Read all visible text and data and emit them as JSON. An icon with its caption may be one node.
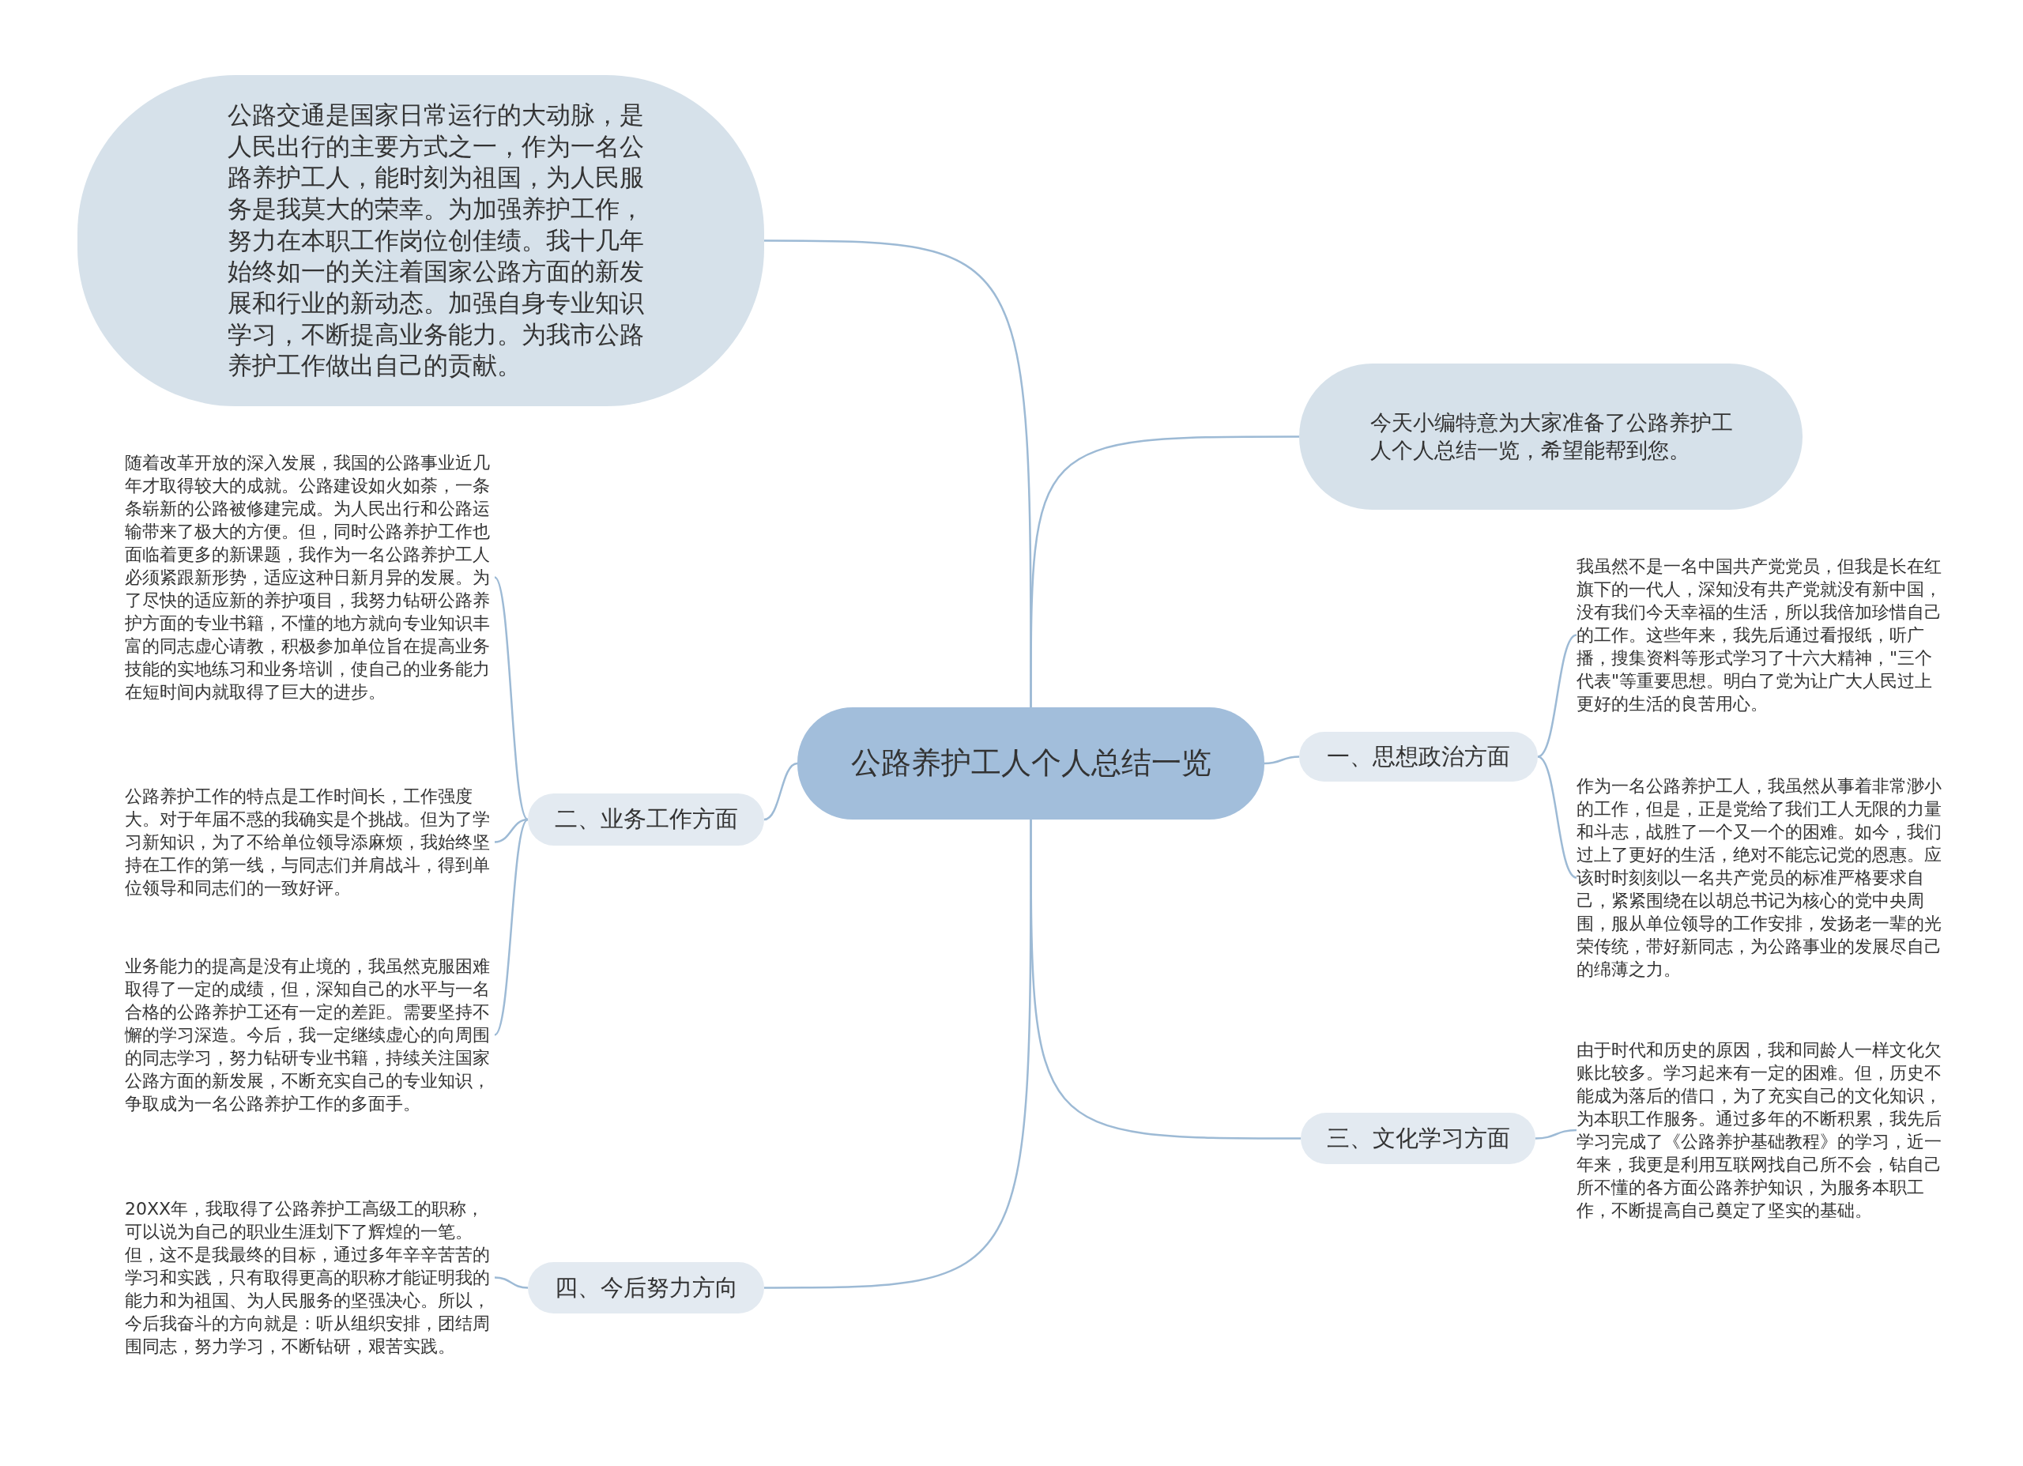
{
  "diagram": {
    "nodes": [
      {
        "text": [
          "公路养护工人个人总结一览"
        ]
      },
      {
        "text": [
          "公路交通是国家日常运行的大动脉，是人民出行的主要方式之一，作为一名公路养护工人，能时刻为祖国，为人民服务是我莫大的荣幸。为加强养护工作，努力在本职工作岗位创佳绩。我十几年始终如一的关注着国家公路方面的新发展和行业的新动态。加强自身专业知识学习，不断提高业务能力。为我市公路养护工作做出自己的贡献。"
        ]
      },
      {
        "text": [
          "今天小编特意为大家准备了公路养护工人个人总结一览，希望能帮到您。"
        ]
      },
      {
        "text": [
          "一、思想政治方面"
        ]
      },
      {
        "text": [
          "我虽然不是一名中国共产党党员，但我是长在红旗下的一代人，深知没有共产党就没有新中国，没有我们今天幸福的生活，所以我倍加珍惜自己的工作。这些年来，我先后通过看报纸，听广播，搜集资料等形式学习了十六大精神，\"三个代表\"等重要思想。明白了党为让广大人民过上更好的生活的良苦用心。"
        ]
      },
      {
        "text": [
          "作为一名公路养护工人，我虽然从事着非常渺小的工作，但是，正是党给了我们工人无限的力量和斗志，战胜了一个又一个的困难。如今，我们过上了更好的生活，绝对不能忘记党的恩惠。应该时时刻刻以一名共产党员的标准严格要求自己，紧紧围绕在以胡总书记为核心的党中央周围，服从单位领导的工作安排，发扬老一辈的光荣传统，带好新同志，为公路事业的发展尽自己的绵薄之力。"
        ]
      },
      {
        "text": [
          "二、业务工作方面"
        ]
      },
      {
        "text": [
          "随着改革开放的深入发展，我国的公路事业近几年才取得较大的成就。公路建设如火如荼，一条条崭新的公路被修建完成。为人民出行和公路运输带来了极大的方便。但，同时公路养护工作也面临着更多的新课题，我作为一名公路养护工人必须紧跟新形势，适应这种日新月异的发展。为了尽快的适应新的养护项目，我努力钻研公路养护方面的专业书籍，不懂的地方就向专业知识丰富的同志虚心请教，积极参加单位旨在提高业务技能的实地练习和业务培训，使自己的业务能力在短时间内就取得了巨大的进步。"
        ]
      },
      {
        "text": [
          "公路养护工作的特点是工作时间长，工作强度大。对于年届不惑的我确实是个挑战。但为了学习新知识，为了不给单位领导添麻烦，我始终坚持在工作的第一线，与同志们并肩战斗，得到单位领导和同志们的一致好评。"
        ]
      },
      {
        "text": [
          "业务能力的提高是没有止境的，我虽然克服困难取得了一定的成绩，但，深知自己的水平与一名合格的公路养护工还有一定的差距。需要坚持不懈的学习深造。今后，我一定继续虚心的向周围的同志学习，努力钻研专业书籍，持续关注国家公路方面的新发展，不断充实自己的专业知识，争取成为一名公路养护工作的多面手。"
        ]
      },
      {
        "text": [
          "三、文化学习方面"
        ]
      },
      {
        "text": [
          "由于时代和历史的原因，我和同龄人一样文化欠账比较多。学习起来有一定的困难。但，历史不能成为落后的借口，为了充实自己的文化知识，为本职工作服务。通过多年的不断积累，我先后学习完成了《公路养护基础教程》的学习，近一年来，我更是利用互联网找自己所不会，钻自己所不懂的各方面公路养护知识，为服务本职工作，不断提高自己奠定了坚实的基础。"
        ]
      },
      {
        "text": [
          "四、今后努力方向"
        ]
      },
      {
        "text": [
          "20XX年，我取得了公路养护工高级工的职称，可以说为自己的职业生涯划下了辉煌的一笔。但，这不是我最终的目标，通过多年辛辛苦苦的学习和实践，只有取得更高的职称才能证明我的能力和为祖国、为人民服务的坚强决心。所以，今后我奋斗的方向就是：听从组织安排，团结周围同志，努力学习，不断钻研，艰苦实践。"
        ]
      }
    ],
    "edges": [
      {
        "from": 0,
        "to": 1,
        "arrow": "none"
      },
      {
        "from": 0,
        "to": 2,
        "arrow": "none"
      },
      {
        "from": 0,
        "to": 3,
        "arrow": "none"
      },
      {
        "from": 3,
        "to": 4,
        "arrow": "none"
      },
      {
        "from": 3,
        "to": 5,
        "arrow": "none"
      },
      {
        "from": 0,
        "to": 6,
        "arrow": "none"
      },
      {
        "from": 6,
        "to": 7,
        "arrow": "none"
      },
      {
        "from": 6,
        "to": 8,
        "arrow": "none"
      },
      {
        "from": 6,
        "to": 9,
        "arrow": "none"
      },
      {
        "from": 0,
        "to": 10,
        "arrow": "none"
      },
      {
        "from": 10,
        "to": 11,
        "arrow": "none"
      },
      {
        "from": 0,
        "to": 12,
        "arrow": "none"
      },
      {
        "from": 12,
        "to": 13,
        "arrow": "none"
      }
    ]
  }
}
